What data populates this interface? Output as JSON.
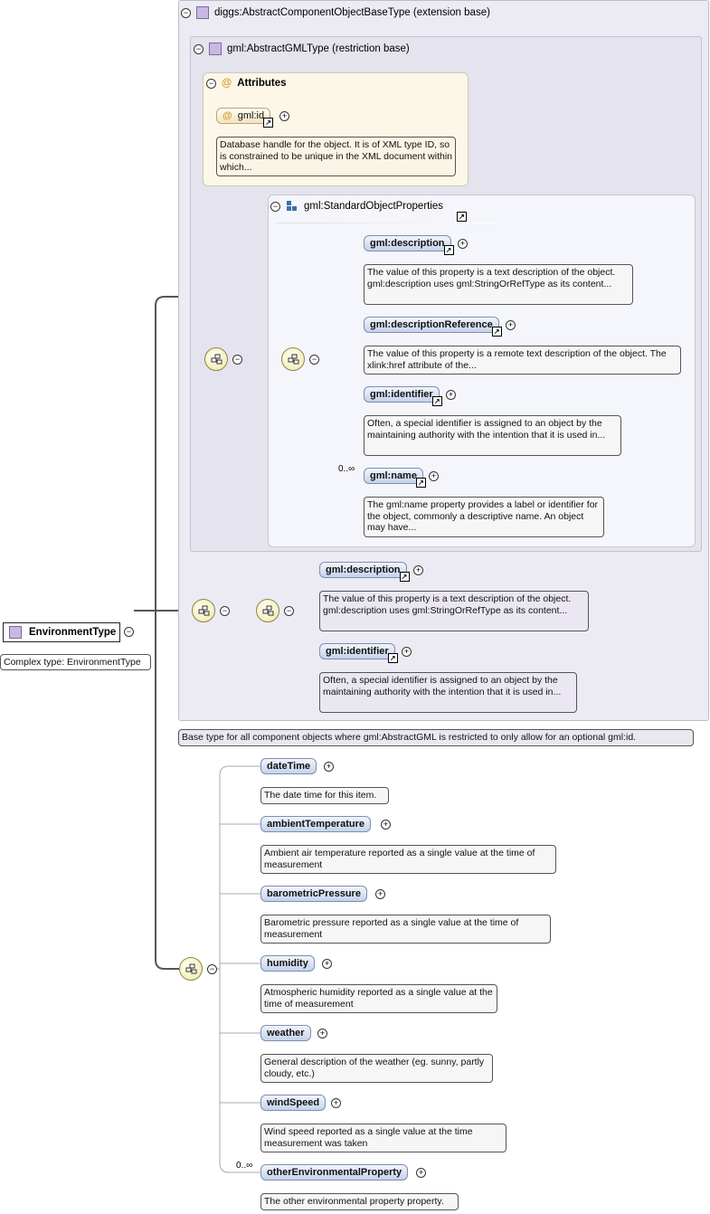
{
  "root": {
    "name": "EnvironmentType",
    "caption": "Complex type: EnvironmentType"
  },
  "extension": {
    "title": "diggs:AbstractComponentObjectBaseType (extension base)",
    "doc": "Base type for all component objects where gml:AbstractGML is restricted to only allow for an optional gml:id."
  },
  "restriction": {
    "title": "gml:AbstractGMLType (restriction base)"
  },
  "attributes": {
    "title": "Attributes",
    "id_label": "gml:id",
    "id_doc": "Database handle for the object. It is of XML type ID, so is constrained to be unique in the XML document within which..."
  },
  "group": {
    "title": "gml:StandardObjectProperties",
    "occurrence": "0..∞",
    "items": [
      {
        "label": "gml:description",
        "doc": "The value of this property is a text description of the object. gml:description uses gml:StringOrRefType as its content..."
      },
      {
        "label": "gml:descriptionReference",
        "doc": "The value of this property is a remote text description of the object. The xlink:href attribute of the..."
      },
      {
        "label": "gml:identifier",
        "doc": "Often, a special identifier is assigned to an object by the maintaining authority with the intention that it is used in..."
      },
      {
        "label": "gml:name",
        "doc": "The gml:name property provides a label or identifier for the object, commonly a descriptive name. An object may have..."
      }
    ]
  },
  "ext_elements": [
    {
      "label": "gml:description",
      "doc": "The value of this property is a text description of the object. gml:description uses gml:StringOrRefType as its content..."
    },
    {
      "label": "gml:identifier",
      "doc": "Often, a special identifier is assigned to an object by the maintaining authority with the intention that it is used in..."
    }
  ],
  "elements": {
    "occurrence": "0..∞",
    "items": [
      {
        "label": "dateTime",
        "doc": "The date time for this item."
      },
      {
        "label": "ambientTemperature",
        "doc": "Ambient air temperature reported as a single value at the time of measurement"
      },
      {
        "label": "barometricPressure",
        "doc": "Barometric pressure reported as a single value at the time of measurement"
      },
      {
        "label": "humidity",
        "doc": "Atmospheric humidity reported as a single value at the time of measurement"
      },
      {
        "label": "weather",
        "doc": "General description of the weather (eg. sunny, partly cloudy, etc.)"
      },
      {
        "label": "windSpeed",
        "doc": "Wind speed reported as a single value at the time measurement was taken"
      },
      {
        "label": "otherEnvironmentalProperty",
        "doc": "The other environmental property property."
      }
    ]
  },
  "icons": {
    "collapse": "minus-circle-icon",
    "expand": "plus-circle-icon",
    "reference": "arrow-link-icon",
    "sequence": "sequence-icon"
  }
}
